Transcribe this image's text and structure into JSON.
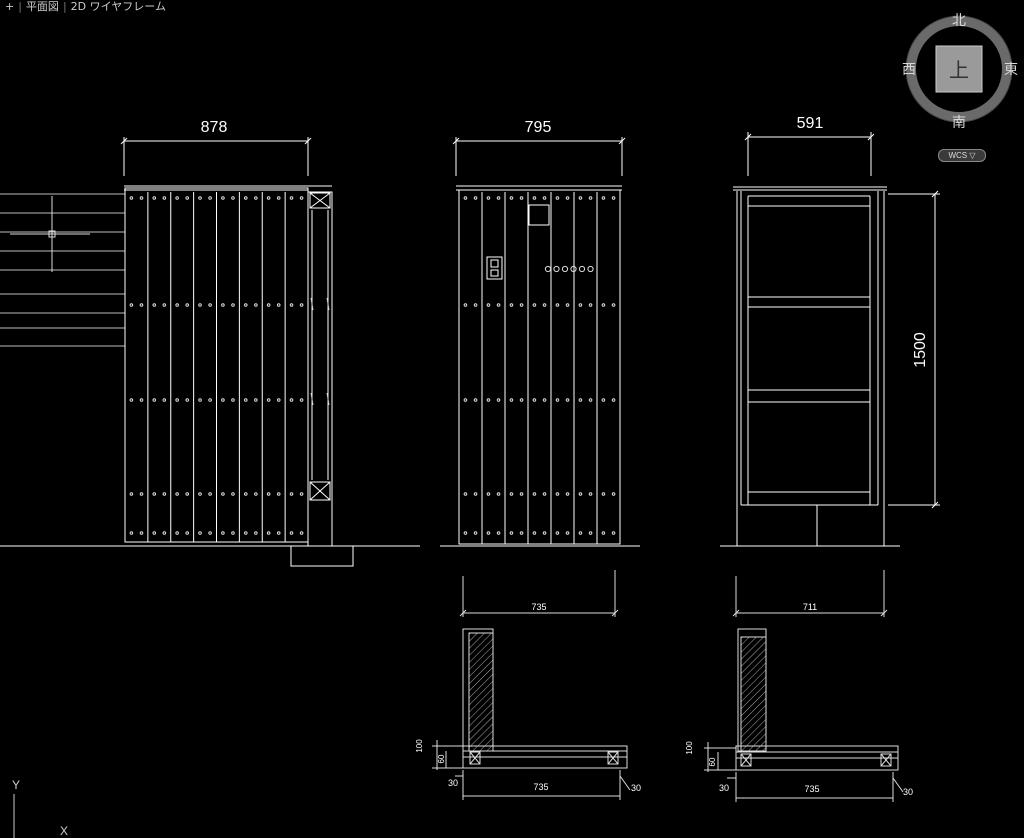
{
  "viewport": {
    "plus": "+",
    "view_name": "平面図",
    "visual_style": "2D ワイヤフレーム"
  },
  "viewcube": {
    "north": "北",
    "south": "南",
    "east": "東",
    "west": "西",
    "face": "上",
    "coord_system": "WCS"
  },
  "ucs": {
    "y": "Y",
    "x": "X"
  },
  "dimensions": {
    "left_width": "878",
    "center_width": "795",
    "right_width": "591",
    "height": "1500",
    "section1_top": "735",
    "section2_top": "711",
    "section1_bottom": "735",
    "section2_bottom": "735",
    "s1_h100": "100",
    "s1_h60": "60",
    "s1_left30": "30",
    "s1_right30": "30",
    "s2_h100": "100",
    "s2_h60": "60",
    "s2_left30": "30",
    "s2_right30": "30"
  },
  "colors": {
    "background": "#000000",
    "line": "#ffffff",
    "dim": "#e0e0e0"
  }
}
